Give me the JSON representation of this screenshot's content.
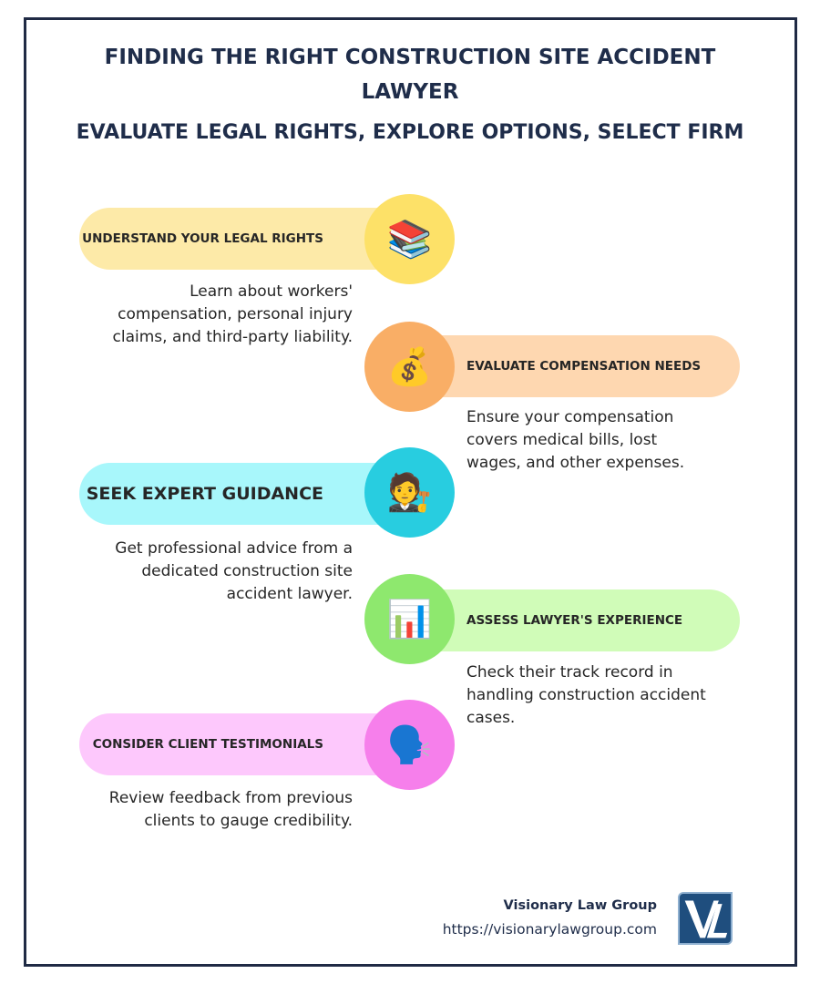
{
  "header": {
    "title": "FINDING THE RIGHT CONSTRUCTION SITE ACCIDENT LAWYER",
    "subtitle": "EVALUATE LEGAL RIGHTS, EXPLORE OPTIONS, SELECT FIRM"
  },
  "steps": [
    {
      "label": "UNDERSTAND YOUR LEGAL RIGHTS",
      "icon": "books-icon",
      "glyph": "📚",
      "side": "left",
      "pill_color": "#fdeaa8",
      "circle_color": "#fde168",
      "description": "Learn about workers' compensation, personal injury claims, and third-party liability."
    },
    {
      "label": "EVALUATE COMPENSATION NEEDS",
      "icon": "money-bag-icon",
      "glyph": "💰",
      "side": "right",
      "pill_color": "#fed7b0",
      "circle_color": "#f9ae66",
      "description": "Ensure your compensation covers medical bills, lost wages, and other expenses."
    },
    {
      "label": "SEEK EXPERT GUIDANCE",
      "icon": "judge-icon",
      "glyph": "🧑‍⚖️",
      "side": "left",
      "pill_color": "#a8f7fb",
      "circle_color": "#28cde0",
      "description": "Get professional advice from a dedicated construction site accident lawyer."
    },
    {
      "label": "ASSESS LAWYER'S EXPERIENCE",
      "icon": "bar-chart-icon",
      "glyph": "📊",
      "side": "right",
      "pill_color": "#d0fcb8",
      "circle_color": "#8ee86e",
      "description": "Check their track record in handling construction accident cases."
    },
    {
      "label": "CONSIDER CLIENT TESTIMONIALS",
      "icon": "speaking-head-icon",
      "glyph": "🗣️",
      "side": "left",
      "pill_color": "#fdc8fc",
      "circle_color": "#f67feb",
      "description": "Review feedback from previous clients to gauge credibility."
    }
  ],
  "footer": {
    "firm_name": "Visionary Law Group",
    "url": "https://visionarylawgroup.com",
    "logo_text": "VL",
    "logo_color": "#1f4e7e"
  },
  "colors": {
    "border": "#1f2a44",
    "title": "#1f2d4a",
    "text": "#262626"
  }
}
